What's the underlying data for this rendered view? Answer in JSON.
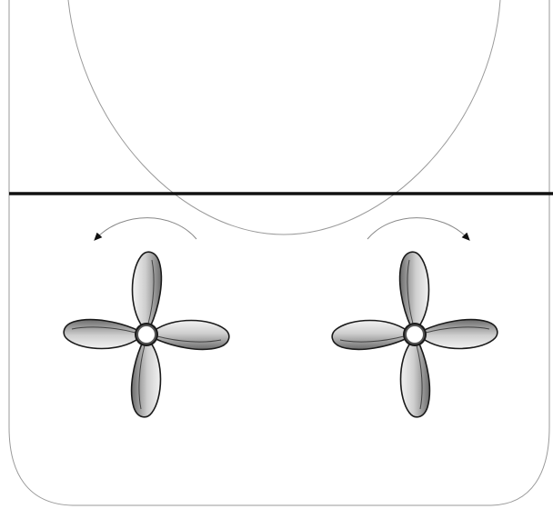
{
  "diagram": {
    "elements": [
      {
        "name": "hull-outline",
        "kind": "stern hull section outline"
      },
      {
        "name": "hull-bottom-arc",
        "kind": "large arc of hull bottom"
      },
      {
        "name": "waterline",
        "kind": "thick horizontal line"
      },
      {
        "name": "port-propeller",
        "kind": "four-blade propeller"
      },
      {
        "name": "starboard-propeller",
        "kind": "four-blade propeller"
      },
      {
        "name": "port-rotation-arrow",
        "kind": "curved arrow",
        "direction": "counterclockwise"
      },
      {
        "name": "starboard-rotation-arrow",
        "kind": "curved arrow",
        "direction": "clockwise"
      }
    ],
    "colors": {
      "line": "#9a9a9a",
      "waterline": "#111111",
      "blade_light": "#e6e6e6",
      "blade_dark": "#6d6d6d",
      "blade_outline": "#1a1a1a",
      "arrow": "#888888",
      "arrowhead": "#111111"
    }
  }
}
